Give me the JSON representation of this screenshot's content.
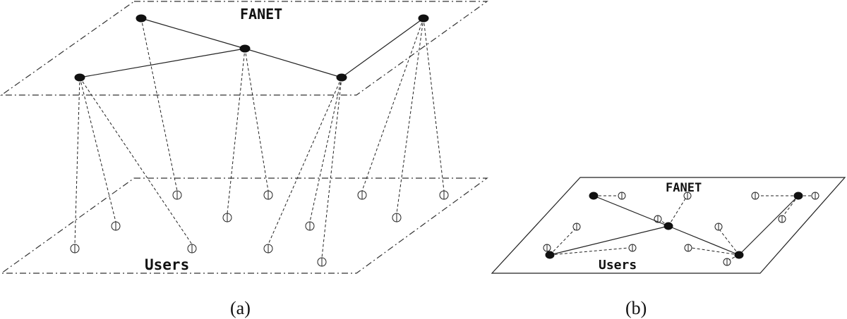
{
  "panel_a": {
    "top_label": "FANET",
    "bottom_label": "Users",
    "caption": "(a)"
  },
  "panel_b": {
    "top_label": "FANET",
    "bottom_label": "Users",
    "caption": "(b)"
  },
  "colors": {
    "node_fill": "#111111",
    "user_fill": "#ffffff",
    "line": "#222222"
  }
}
